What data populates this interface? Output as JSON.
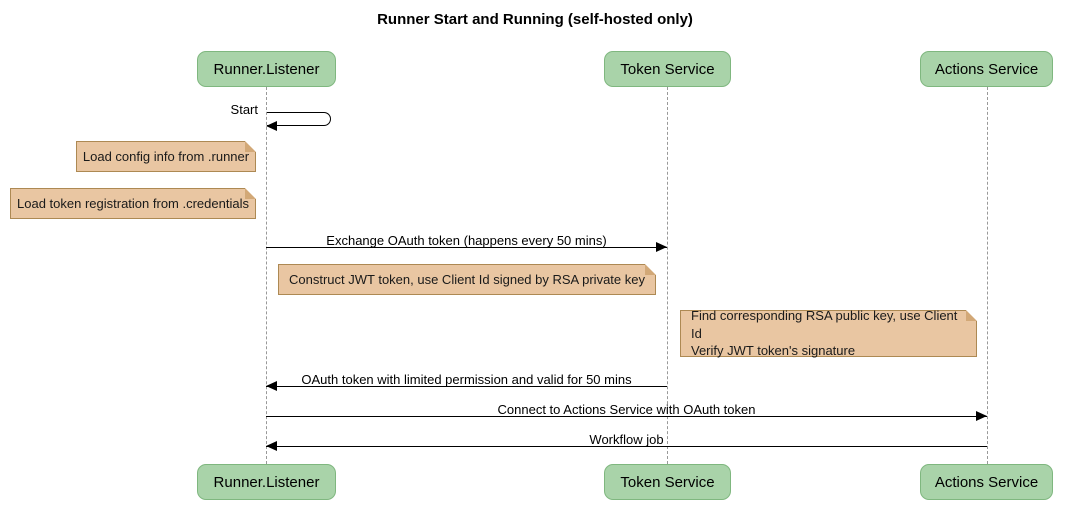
{
  "diagram": {
    "type": "sequence",
    "title": "Runner Start and Running (self-hosted only)",
    "participants": [
      {
        "id": "runner-listener",
        "label": "Runner.Listener"
      },
      {
        "id": "token-service",
        "label": "Token Service"
      },
      {
        "id": "actions-service",
        "label": "Actions Service"
      }
    ],
    "messages": [
      {
        "label": "Start",
        "from": "runner-listener",
        "to": "runner-listener",
        "kind": "self"
      },
      {
        "label": "Exchange OAuth token (happens every 50 mins)",
        "from": "runner-listener",
        "to": "token-service",
        "kind": "solid-arrow"
      },
      {
        "label": "OAuth token with limited permission and valid for 50 mins",
        "from": "token-service",
        "to": "runner-listener",
        "kind": "solid-arrow"
      },
      {
        "label": "Connect to Actions Service with OAuth token",
        "from": "runner-listener",
        "to": "actions-service",
        "kind": "solid-arrow"
      },
      {
        "label": "Workflow job",
        "from": "actions-service",
        "to": "runner-listener",
        "kind": "solid-arrow"
      }
    ],
    "notes": [
      {
        "text": "Load config info from .runner",
        "position": "left of runner-listener"
      },
      {
        "text": "Load token registration from .credentials",
        "position": "left of runner-listener"
      },
      {
        "text": "Construct JWT token, use Client Id signed by RSA private key",
        "position": "between runner-listener and token-service"
      },
      {
        "lines": [
          "Find corresponding RSA public key, use Client Id",
          "Verify JWT token's signature"
        ],
        "position": "left of actions-service"
      }
    ],
    "colors": {
      "background": "#ffffff",
      "participant_fill": "#A9D3A9",
      "participant_border": "#7FB77F",
      "note_fill": "#E9C6A2",
      "note_border": "#AD8953",
      "lifeline": "#999999",
      "arrow": "#000000",
      "text": "#000000"
    }
  }
}
